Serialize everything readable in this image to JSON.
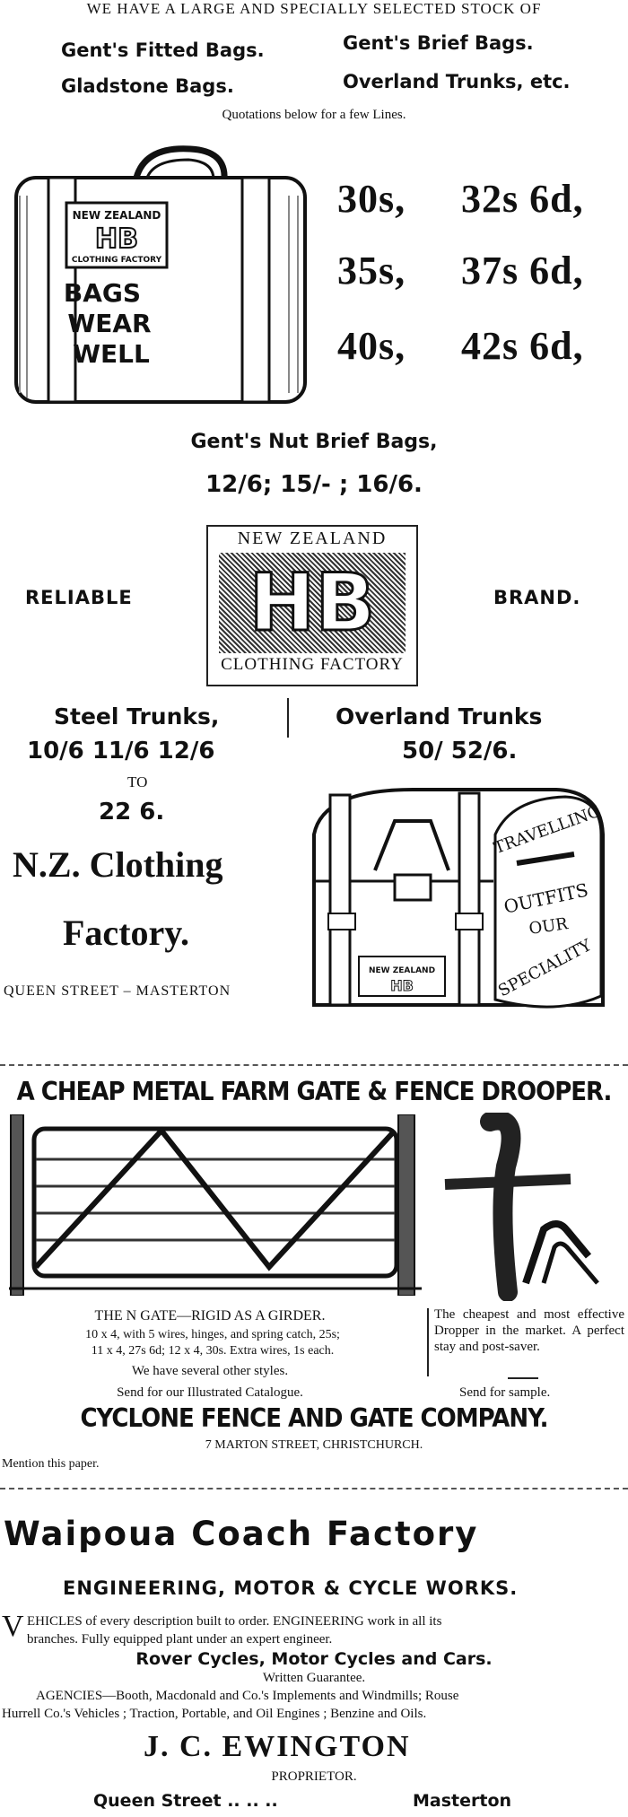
{
  "ad1": {
    "top_line": "WE HAVE A LARGE AND SPECIALLY SELECTED STOCK OF",
    "items": [
      "Gent's Fitted Bags.",
      "Gent's Brief Bags.",
      "Gladstone Bags.",
      "Overland Trunks, etc."
    ],
    "quotations": "Quotations below for a few Lines.",
    "bag_label_top": "NEW ZEALAND",
    "bag_label_bottom": "CLOTHING FACTORY",
    "bag_slogan": [
      "BAGS",
      "WEAR",
      "WELL"
    ],
    "prices": [
      "30s,",
      "32s 6d,",
      "35s,",
      "37s 6d,",
      "40s,",
      "42s 6d,"
    ],
    "nut_brief_title": "Gent's Nut Brief Bags,",
    "nut_brief_prices": "12/6;  15/- ;  16/6.",
    "reliable": "RELIABLE",
    "brand": "BRAND.",
    "logo_top": "NEW ZEALAND",
    "logo_mark": "HB",
    "logo_bottom": "CLOTHING FACTORY",
    "steel_title": "Steel Trunks,",
    "steel_prices": "10/6  11/6  12/6",
    "steel_to": "TO",
    "steel_max": "22 6.",
    "overland_title": "Overland Trunks",
    "overland_prices": "50/   52/6.",
    "company_line1": "N.Z. Clothing",
    "company_line2": "Factory.",
    "address": "QUEEN STREET  –  MASTERTON",
    "trunk_words": [
      "TRAVELLING",
      "OUTFITS",
      "OUR",
      "SPECIALITY"
    ]
  },
  "ad2": {
    "headline": "A CHEAP METAL FARM GATE & FENCE DROOPER.",
    "gate_title": "THE N GATE—RIGID AS A GIRDER.",
    "gate_desc1": "10 x 4, with 5 wires, hinges, and spring catch, 25s;",
    "gate_desc2": "11 x 4, 27s 6d; 12 x 4, 30s.  Extra wires, 1s each.",
    "other_styles": "We have several other styles.",
    "catalogue": "Send for our Illustrated Catalogue.",
    "dropper_text": "The cheapest and most effective Dropper in the market.  A perfect stay and post-saver.",
    "sample": "Send for sample.",
    "company": "CYCLONE FENCE AND GATE COMPANY.",
    "address": "7 MARTON STREET, CHRISTCHURCH.",
    "mention": "Mention this paper."
  },
  "ad3": {
    "title": "Waipoua Coach Factory",
    "subtitle": "ENGINEERING,  MOTOR  &  CYCLE  WORKS.",
    "drop_cap": "V",
    "para1": "EHICLES of every description built to order.  ENGINEERING  work  in  all  its",
    "para2": "branches.  Fully equipped plant under an expert engineer.",
    "rover": "Rover Cycles, Motor Cycles and Cars.",
    "guarantee": "Written Guarantee.",
    "agencies1": "AGENCIES—Booth, Macdonald and Co.'s Implements and Windmills;  Rouse",
    "agencies2": "Hurrell Co.'s Vehicles ; Traction, Portable, and Oil Engines ; Benzine and Oils.",
    "proprietor_name": "J.  C.  EWINGTON",
    "proprietor_label": "PROPRIETOR.",
    "footer_left": "Queen Street  ..  ..  ..",
    "footer_right": "Masterton"
  }
}
